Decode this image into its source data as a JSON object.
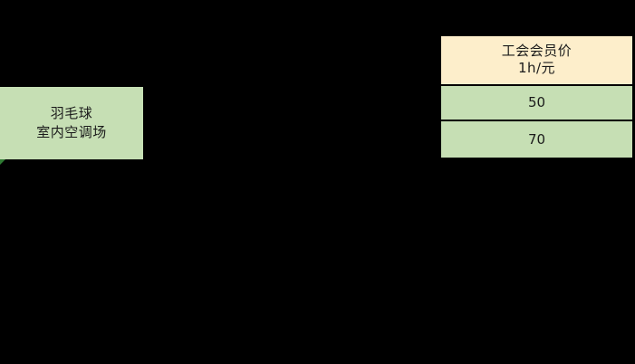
{
  "background_color": "#000000",
  "colors": {
    "cell_green": "#c6dfb4",
    "header_cream": "#fdeecb",
    "text": "#1b1b1b",
    "grid_line": "#000000",
    "corner_mark_green": "#2f7a33"
  },
  "venue_cell": {
    "line1": "羽毛球",
    "line2": "室内空调场"
  },
  "price_table": {
    "header": {
      "line1": "工会会员价",
      "line2": "1h/元"
    },
    "rows": [
      {
        "value": "50"
      },
      {
        "value": "70"
      }
    ]
  }
}
